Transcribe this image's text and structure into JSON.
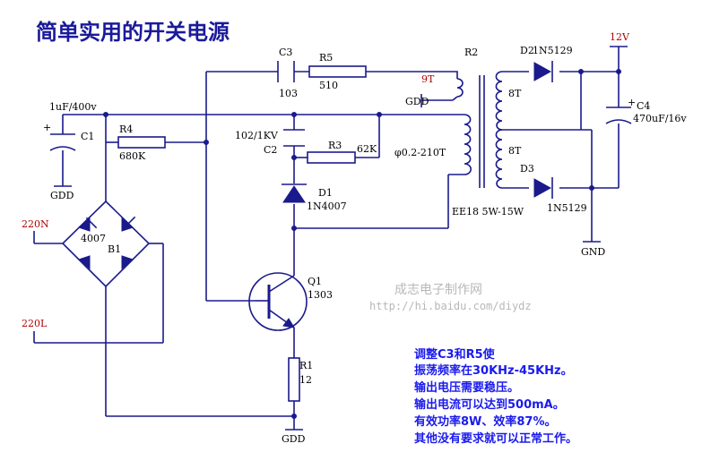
{
  "title": "简单实用的开关电源",
  "watermark": {
    "line1": "成志电子制作网",
    "line2": "http://hi.baidu.com/diydz"
  },
  "components": {
    "C1": {
      "ref": "C1",
      "value": "1uF/400v"
    },
    "C2": {
      "ref": "C2",
      "value": "102/1KV"
    },
    "C3": {
      "ref": "C3",
      "value": "103"
    },
    "C4": {
      "ref": "C4",
      "value": "470uF/16v"
    },
    "R1": {
      "ref": "R1",
      "value": "12"
    },
    "R3": {
      "ref": "R3",
      "value": "62K"
    },
    "R4": {
      "ref": "R4",
      "value": "680K"
    },
    "R5": {
      "ref": "R5",
      "value": "510"
    },
    "D1": {
      "ref": "D1",
      "value": "1N4007"
    },
    "D2": {
      "ref": "D2",
      "value": "1N5129"
    },
    "D3": {
      "ref": "D3",
      "value": "1N5129"
    },
    "Q1": {
      "ref": "Q1",
      "value": "1303"
    },
    "B1": {
      "ref": "B1",
      "value": "4007"
    },
    "R2": {
      "ref": "R2",
      "core": "EE18 5W-15W",
      "primary": "φ0.2-210T",
      "feedback": "9T",
      "sec1": "8T",
      "sec2": "8T"
    }
  },
  "nets": {
    "gnd": "GDD",
    "out_gnd": "GND",
    "vout": "12V",
    "ac_n": "220N",
    "ac_l": "220L"
  },
  "notes": [
    "调整C3和R5使",
    "振荡频率在30KHz-45KHz。",
    "输出电压需要稳压。",
    "输出电流可以达到500mA。",
    "有效功率8W、效率87%。",
    "其他没有要求就可以正常工作。"
  ],
  "colors": {
    "wire": "#1a1a8c",
    "title": "#1a1a9a",
    "note": "#1a1aee",
    "net_label": "#b00000"
  }
}
